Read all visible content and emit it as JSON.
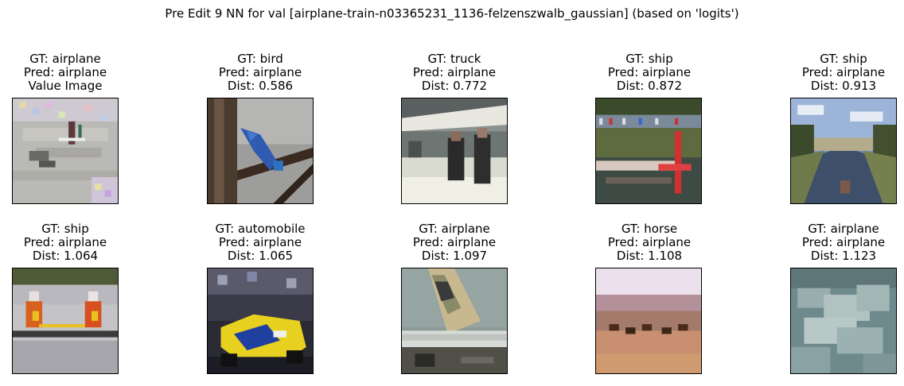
{
  "title": "Pre Edit 9 NN for val [airplane-train-n03365231_1136-felzenszwalb_gaussian] (based on 'logits')",
  "panels": [
    {
      "gt": "GT: airplane",
      "pred": "Pred: airplane",
      "extra": "Value Image",
      "thumb": "water-skier-icon"
    },
    {
      "gt": "GT: bird",
      "pred": "Pred: airplane",
      "extra": "Dist: 0.586",
      "thumb": "blue-bird-icon"
    },
    {
      "gt": "GT: truck",
      "pred": "Pred: airplane",
      "extra": "Dist: 0.772",
      "thumb": "people-icon"
    },
    {
      "gt": "GT: ship",
      "pred": "Pred: airplane",
      "extra": "Dist: 0.872",
      "thumb": "harbor-icon"
    },
    {
      "gt": "GT: ship",
      "pred": "Pred: airplane",
      "extra": "Dist: 0.913",
      "thumb": "canal-icon"
    },
    {
      "gt": "GT: ship",
      "pred": "Pred: airplane",
      "extra": "Dist: 1.064",
      "thumb": "rowers-icon"
    },
    {
      "gt": "GT: automobile",
      "pred": "Pred: airplane",
      "extra": "Dist: 1.065",
      "thumb": "race-car-icon"
    },
    {
      "gt": "GT: airplane",
      "pred": "Pred: airplane",
      "extra": "Dist: 1.097",
      "thumb": "airplane-tail-icon"
    },
    {
      "gt": "GT: horse",
      "pred": "Pred: airplane",
      "extra": "Dist: 1.108",
      "thumb": "horses-field-icon"
    },
    {
      "gt": "GT: airplane",
      "pred": "Pred: airplane",
      "extra": "Dist: 1.123",
      "thumb": "clouds-icon"
    }
  ]
}
